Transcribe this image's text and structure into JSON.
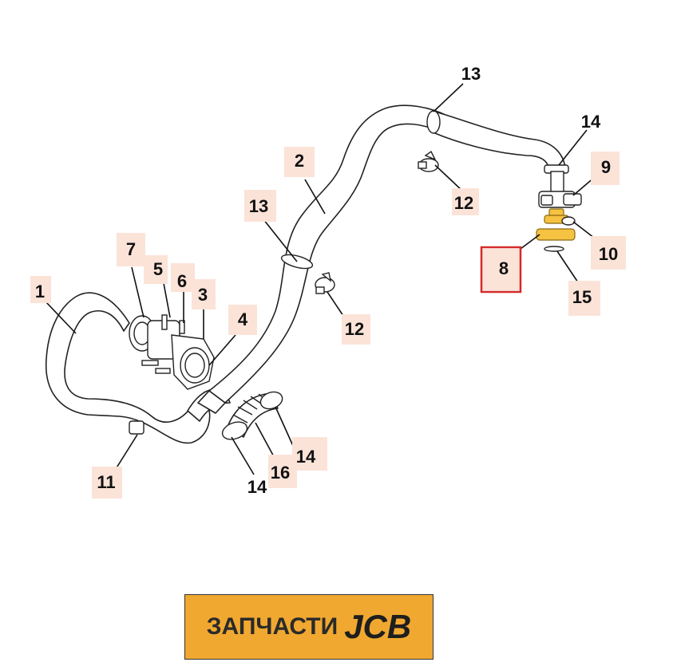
{
  "diagram": {
    "callouts": [
      {
        "id": "c1",
        "label": "1"
      },
      {
        "id": "c2",
        "label": "2"
      },
      {
        "id": "c3",
        "label": "3"
      },
      {
        "id": "c4",
        "label": "4"
      },
      {
        "id": "c5",
        "label": "5"
      },
      {
        "id": "c6",
        "label": "6"
      },
      {
        "id": "c7",
        "label": "7"
      },
      {
        "id": "c8",
        "label": "8",
        "highlighted": true
      },
      {
        "id": "c9",
        "label": "9"
      },
      {
        "id": "c10",
        "label": "10"
      },
      {
        "id": "c11",
        "label": "11"
      },
      {
        "id": "c12a",
        "label": "12"
      },
      {
        "id": "c12b",
        "label": "12"
      },
      {
        "id": "c13a",
        "label": "13"
      },
      {
        "id": "c13b",
        "label": "13"
      },
      {
        "id": "c14a",
        "label": "14"
      },
      {
        "id": "c14b",
        "label": "14"
      },
      {
        "id": "c14c",
        "label": "14"
      },
      {
        "id": "c15",
        "label": "15"
      },
      {
        "id": "c16",
        "label": "16"
      }
    ],
    "highlight_color": "#f5c242",
    "selection_color": "#d42a2a"
  },
  "banner": {
    "text": "ЗАПЧАСТИ",
    "brand": "JCB",
    "background_color": "#f0a830"
  }
}
